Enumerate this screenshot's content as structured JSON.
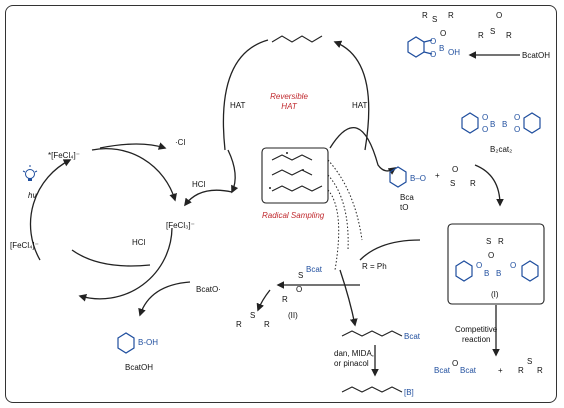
{
  "labels": {
    "fecl4_star": "*[FeCl₄]⁻",
    "fecl4": "[FeCl₄]⁻",
    "fecl3": "[FeCl₃]⁻",
    "hv": "hν",
    "cl_rad": "·Cl",
    "hcl_1": "HCl",
    "hcl_2": "HCl",
    "hat_left": "HAT",
    "hat_right": "HAT",
    "reversible_hat": "Reversible\nHAT",
    "radical_sampling": "Radical Sampling",
    "bcatoh_top": "BcatOH",
    "b2cat2": "B₂cat₂",
    "bcato_label_1": "Bca",
    "bcato_label_2": "tO",
    "dot": "·",
    "plus_1": "+",
    "plus_2": "+",
    "r_eq_ph": "R = Ph",
    "bcat_rad": "Bcat",
    "bcato_dot": "BcatO·",
    "ii": "(II)",
    "i": "(I)",
    "bcatoh_bottom": "BcatOH",
    "bcat_chain": "Bcat",
    "reagents_1": "dan, MIDA,",
    "reagents_2": "or pinacol",
    "b_bracket": "[B]",
    "competitive_1": "Competitive",
    "competitive_2": "reaction",
    "bcat_o_bcat_1": "Bcat",
    "bcat_o_bcat_2": "Bcat",
    "o": "O",
    "s": "S",
    "r": "R",
    "b": "B",
    "oh": "OH",
    "b_oh": "B-OH"
  },
  "colors": {
    "accent_red": "#c0282d",
    "accent_blue": "#1f4e9e",
    "line": "#222222"
  }
}
